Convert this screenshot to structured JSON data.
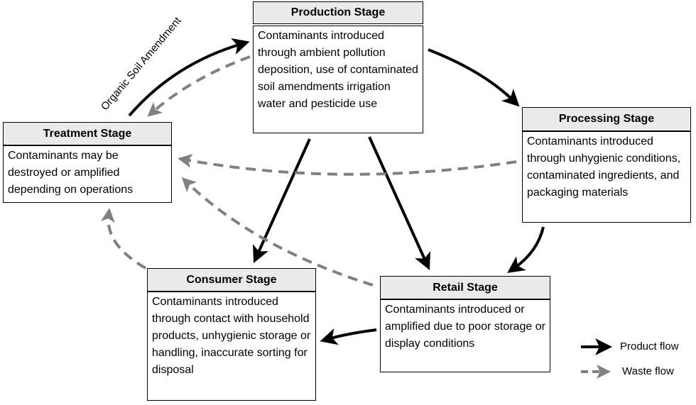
{
  "stages": {
    "production": {
      "title": "Production Stage",
      "body": "Contaminants introduced through ambient pollution deposition, use of contaminated soil amendments irrigation water and pesticide use"
    },
    "processing": {
      "title": "Processing Stage",
      "body": "Contaminants introduced through unhygienic conditions, contaminated ingredients, and packaging materials"
    },
    "treatment": {
      "title": "Treatment Stage",
      "body": "Contaminants may be destroyed or amplified depending on operations"
    },
    "consumer": {
      "title": "Consumer Stage",
      "body": "Contaminants introduced through contact with household products, unhygienic storage or handling, inaccurate sorting for disposal"
    },
    "retail": {
      "title": "Retail Stage",
      "body": "Contaminants introduced or amplified due to poor storage or display conditions"
    }
  },
  "labels": {
    "amendment": "Organic Soil Amendment"
  },
  "legend": {
    "product": "Product flow",
    "waste": "Waste flow"
  },
  "colors": {
    "product": "#000000",
    "waste": "#808080",
    "header_bg": "#eaeaea"
  }
}
